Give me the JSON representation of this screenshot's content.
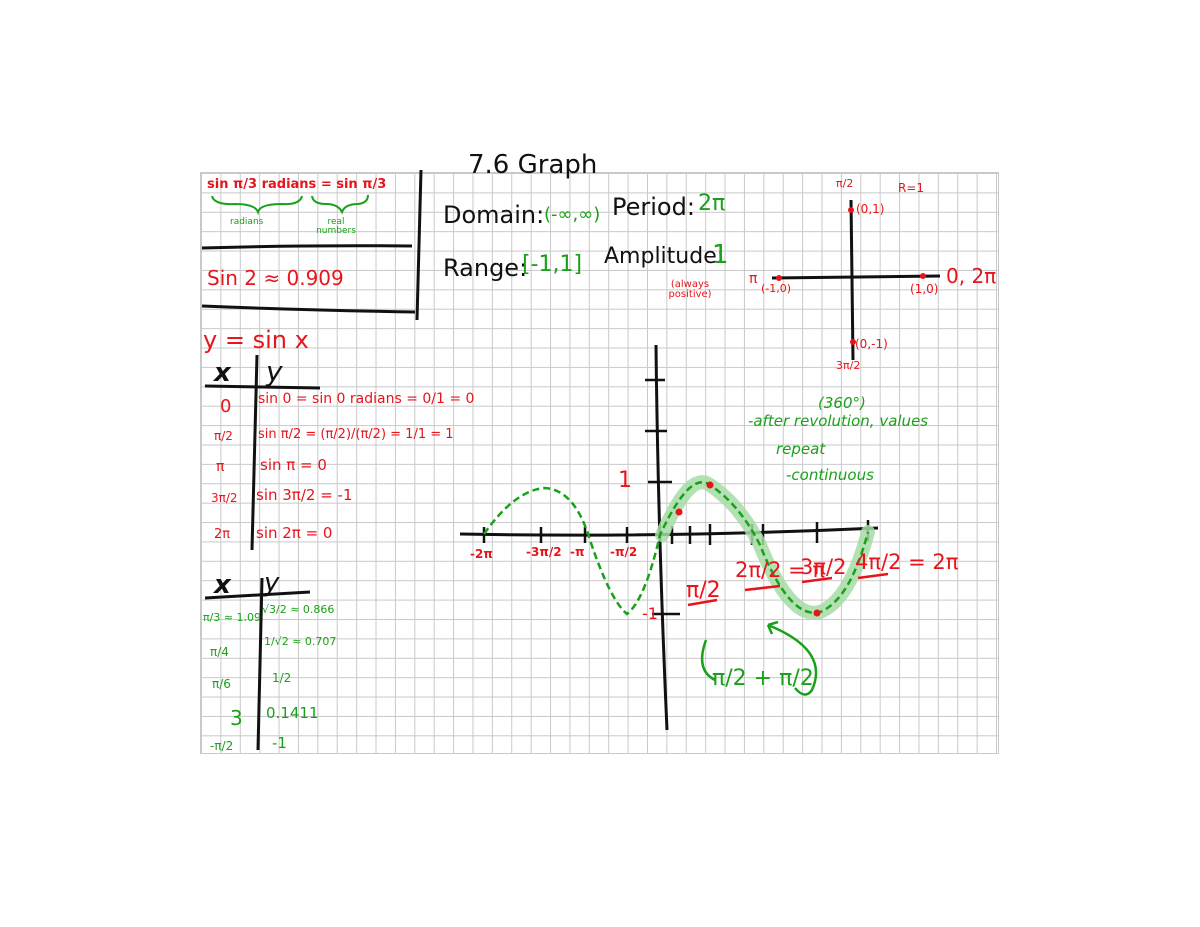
{
  "title": "7.6 Graph",
  "left_top": {
    "sin_def": "sin π/3 radians = sin π/3",
    "brace_left": "radians",
    "brace_right": "real numbers",
    "approx": "Sin 2 ≈ 0.909"
  },
  "func": "y = sin x",
  "table1": {
    "x_header": "x",
    "y_header": "y",
    "rows": [
      {
        "x": "0",
        "y": "sin 0 = sin 0 radians = 0/1 = 0"
      },
      {
        "x": "π/2",
        "y": "sin π/2 = (π/2)/(π/2) = 1/1 = 1"
      },
      {
        "x": "π",
        "y": "sin π = 0"
      },
      {
        "x": "3π/2",
        "y": "sin 3π/2 = -1"
      },
      {
        "x": "2π",
        "y": "sin 2π = 0"
      }
    ]
  },
  "table2": {
    "x_header": "x",
    "y_header": "y",
    "rows": [
      {
        "x": "π/3 ≈ 1.09",
        "y": "√3/2 ≈ 0.866"
      },
      {
        "x": "π/4",
        "y": "1/√2 ≈ 0.707"
      },
      {
        "x": "π/6",
        "y": "1/2"
      },
      {
        "x": "3",
        "y": "0.1411"
      },
      {
        "x": "-π/2",
        "y": "-1"
      }
    ]
  },
  "properties": {
    "domain_label": "Domain:",
    "domain_value": "(-∞,∞)",
    "period_label": "Period:",
    "period_value": "2π",
    "range_label": "Range:",
    "range_value": "[-1,1]",
    "amplitude_label": "Amplitude:",
    "amplitude_value": "1",
    "amplitude_note": "(always positive)"
  },
  "unit_circle": {
    "r_label": "R=1",
    "top_angle": "π/2",
    "top_point": "(0,1)",
    "left_angle": "π",
    "left_point": "(-1,0)",
    "right_point": "(1,0)",
    "right_angle": "0, 2π",
    "bottom_angle": "3π/2",
    "bottom_point": "(0,-1)"
  },
  "notes": {
    "deg": "(360°)",
    "line1": "-after revolution, values",
    "line2": "repeat",
    "line3": "-continuous"
  },
  "graph": {
    "y_one": "1",
    "y_neg_one": "-1",
    "xticks": [
      "-2π",
      "-3π/2",
      "-π",
      "-π/2"
    ],
    "big_labels": {
      "l1": "π/2",
      "l2": "2π/2 = π",
      "l3": "3π/2",
      "l4": "4π/2 = 2π"
    },
    "sum": "π/2 + π/2"
  },
  "colors": {
    "ink": "#111111",
    "red": "#e8141c",
    "green": "#1aa11a",
    "grid": "#c9c9c9",
    "highlight": "#a6dca6"
  }
}
